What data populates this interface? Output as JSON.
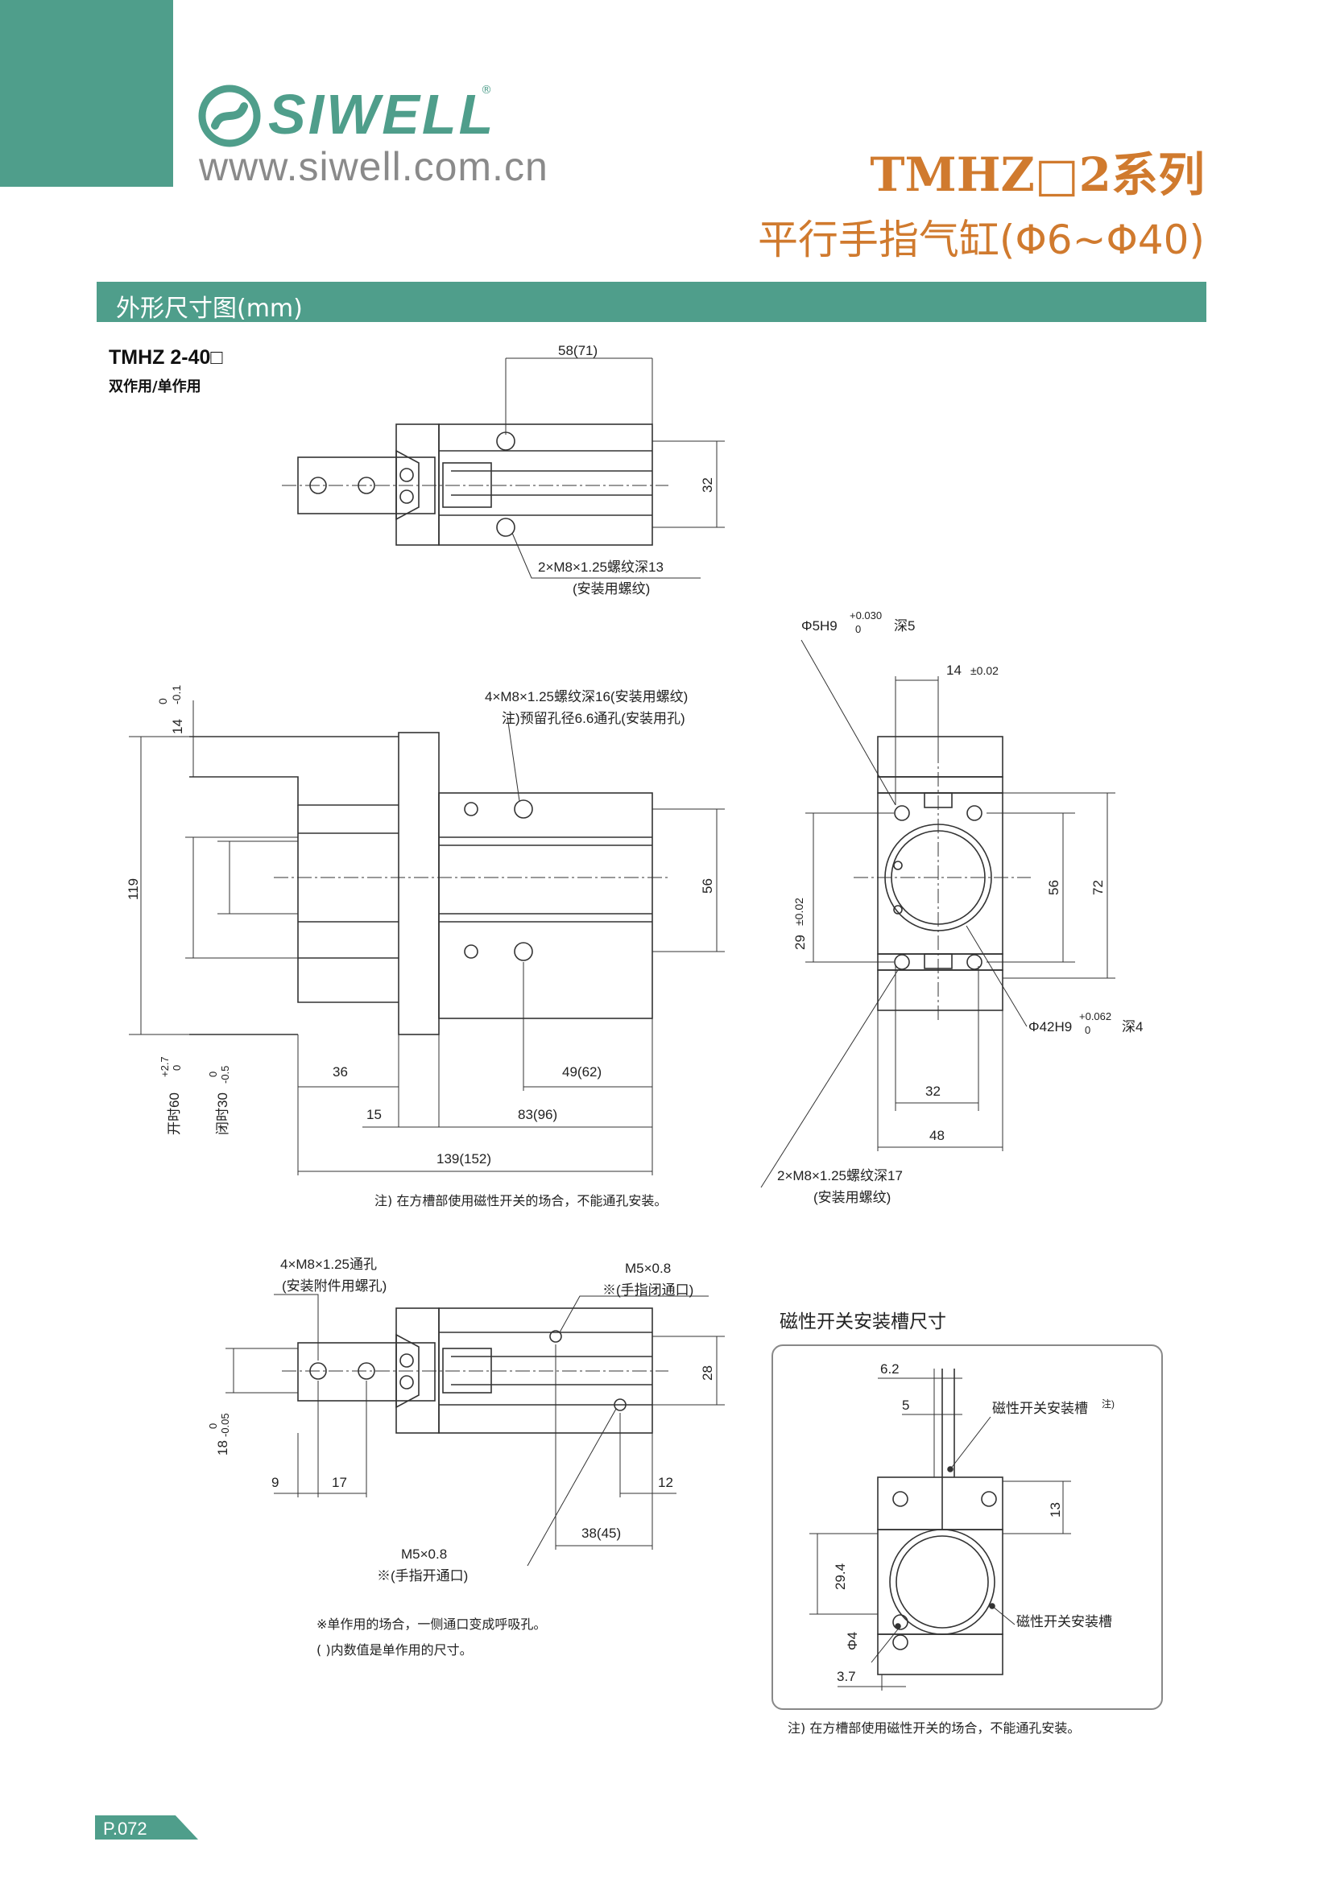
{
  "brand": {
    "logo_text": "SIWELL",
    "registered_mark": "®",
    "website": "www.siwell.com.cn"
  },
  "header": {
    "series_title": "TMHZ□2系列",
    "series_subtitle": "平行手指气缸(Φ6~Φ40)"
  },
  "section": {
    "title": "外形尺寸图(mm)"
  },
  "model": {
    "name": "TMHZ 2-40□",
    "action": "双作用/单作用"
  },
  "top_view": {
    "dim_width": "58(71)",
    "dim_height": "32",
    "thread_note": "2×M8×1.25螺纹深13",
    "thread_note_sub": "(安装用螺纹)"
  },
  "side_view": {
    "tol_upper": "0",
    "tol_lower": "-0.1",
    "dim_14": "14",
    "thread_note": "4×M8×1.25螺纹深16(安装用螺纹)",
    "thread_note_sub": "注)预留孔径6.6通孔(安装用孔)",
    "dim_119": "119",
    "dim_56": "56",
    "dim_open": "开时60",
    "dim_open_tol_up": "+2.7",
    "dim_open_tol_low": "0",
    "dim_closed": "闭时30",
    "dim_closed_tol_up": "0",
    "dim_closed_tol_low": "-0.5",
    "dim_36": "36",
    "dim_49": "49(62)",
    "dim_15": "15",
    "dim_83": "83(96)",
    "dim_139": "139(152)",
    "note": "注) 在方槽部使用磁性开关的场合，不能通孔安装。"
  },
  "end_view": {
    "pin_hole": "Φ5H9",
    "pin_tol_up": "+0.030",
    "pin_tol_low": "0",
    "pin_depth": "深5",
    "dim_14": "14",
    "dim_14_tol": "±0.02",
    "dim_29": "29",
    "dim_29_tol": "±0.02",
    "dim_56": "56",
    "dim_72": "72",
    "bore": "Φ42H9",
    "bore_tol_up": "+0.062",
    "bore_tol_low": "0",
    "bore_depth": "深4",
    "dim_32": "32",
    "dim_48": "48",
    "thread_note": "2×M8×1.25螺纹深17",
    "thread_note_sub": "(安装用螺纹)"
  },
  "bottom_view": {
    "through_note": "4×M8×1.25通孔",
    "through_note_sub": "(安装附件用螺孔)",
    "port_close": "M5×0.8",
    "port_close_sub": "※(手指闭通口)",
    "dim_28": "28",
    "dim_18": "18",
    "dim_18_tol_up": "0",
    "dim_18_tol_low": "-0.05",
    "dim_9": "9",
    "dim_17": "17",
    "dim_12": "12",
    "dim_38": "38(45)",
    "port_open": "M5×0.8",
    "port_open_sub": "※(手指开通口)",
    "note1": "※单作用的场合，一侧通口变成呼吸孔。",
    "note2": "( )内数值是单作用的尺寸。"
  },
  "switch_slot": {
    "title": "磁性开关安装槽尺寸",
    "dim_6_2": "6.2",
    "dim_5": "5",
    "slot_label": "磁性开关安装槽",
    "slot_label_note": "注)",
    "dim_13": "13",
    "dim_29_4": "29.4",
    "dim_phi4": "Φ4",
    "dim_3_7": "3.7",
    "slot_label_2": "磁性开关安装槽",
    "note": "注) 在方槽部使用磁性开关的场合，不能通孔安装。"
  },
  "footer": {
    "page": "P.072"
  },
  "colors": {
    "brand_teal": "#4f9e8b",
    "title_orange": "#d07a2e"
  }
}
